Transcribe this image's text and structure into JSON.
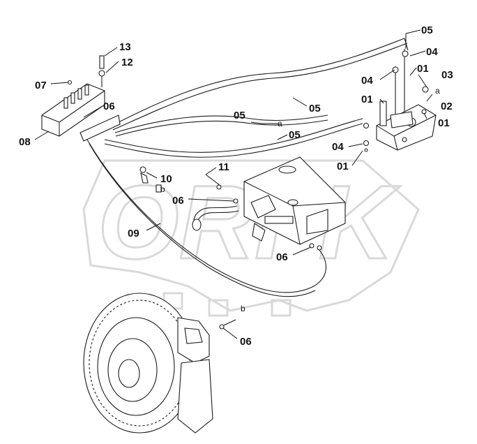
{
  "colors": {
    "ink": "#111111",
    "watermark": "#d9d9d9",
    "background": "#ffffff"
  },
  "watermark": {
    "text": "ORFK"
  },
  "callouts": [
    {
      "id": "c05a",
      "text": "05"
    },
    {
      "id": "c04a",
      "text": "04"
    },
    {
      "id": "c04b",
      "text": "04"
    },
    {
      "id": "c01a",
      "text": "01"
    },
    {
      "id": "c03",
      "text": "03"
    },
    {
      "id": "c01b",
      "text": "01"
    },
    {
      "id": "c02",
      "text": "02"
    },
    {
      "id": "c01c",
      "text": "01"
    },
    {
      "id": "c05b",
      "text": "05"
    },
    {
      "id": "c05c",
      "text": "05"
    },
    {
      "id": "c05d",
      "text": "05"
    },
    {
      "id": "c04c",
      "text": "04"
    },
    {
      "id": "c01d",
      "text": "01"
    },
    {
      "id": "c13",
      "text": "13"
    },
    {
      "id": "c12",
      "text": "12"
    },
    {
      "id": "c07",
      "text": "07"
    },
    {
      "id": "c06a",
      "text": "06"
    },
    {
      "id": "c08",
      "text": "08"
    },
    {
      "id": "c11",
      "text": "11"
    },
    {
      "id": "c10",
      "text": "10"
    },
    {
      "id": "c06b",
      "text": "06"
    },
    {
      "id": "c09",
      "text": "09"
    },
    {
      "id": "c06c",
      "text": "06"
    },
    {
      "id": "c06d",
      "text": "06"
    }
  ],
  "ref_marks": [
    {
      "id": "ma1",
      "text": "a"
    },
    {
      "id": "ma2",
      "text": "a"
    },
    {
      "id": "mb1",
      "text": "b"
    },
    {
      "id": "mb2",
      "text": "b"
    }
  ]
}
